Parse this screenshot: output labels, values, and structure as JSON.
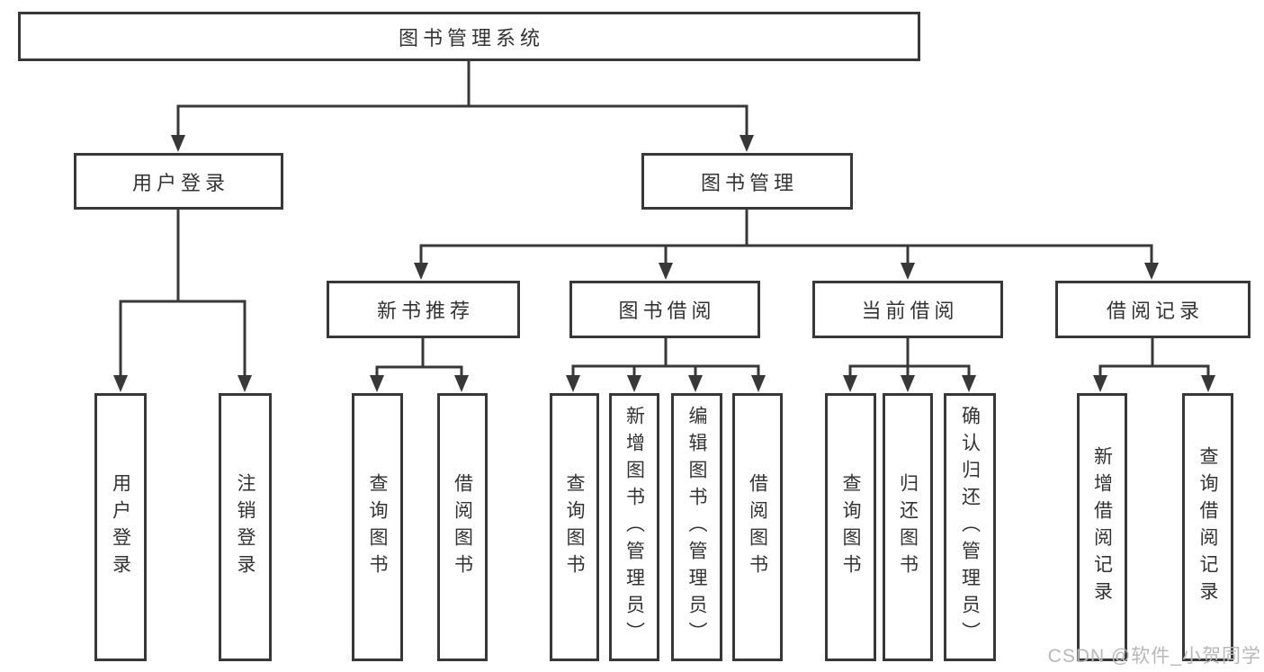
{
  "colors": {
    "line": "#383838",
    "box_border": "#383838",
    "box_background": "#ffffff",
    "text": "#333333",
    "watermark": "#b8b8b8"
  },
  "nodes": {
    "root": "图书管理系统",
    "user_login": "用户登录",
    "book_mgmt": "图书管理",
    "new_book_rec": "新书推荐",
    "book_borrow": "图书借阅",
    "current_borrow": "当前借阅",
    "borrow_records": "借阅记录",
    "leaf_user_login": "用户登录",
    "leaf_logout": "注销登录",
    "leaf_query_book_1": "查询图书",
    "leaf_borrow_book_1": "借阅图书",
    "leaf_query_book_2": "查询图书",
    "leaf_add_book": "新增图书（管理员）",
    "leaf_edit_book": "编辑图书（管理员）",
    "leaf_borrow_book_2": "借阅图书",
    "leaf_query_book_3": "查询图书",
    "leaf_return_book": "归还图书",
    "leaf_confirm_return": "确认归还（管理员）",
    "leaf_add_borrow_record": "新增借阅记录",
    "leaf_query_borrow_record": "查询借阅记录"
  },
  "tree": {
    "label": "图书管理系统",
    "children": [
      {
        "label": "用户登录",
        "children": [
          {
            "label": "用户登录"
          },
          {
            "label": "注销登录"
          }
        ]
      },
      {
        "label": "图书管理",
        "children": [
          {
            "label": "新书推荐",
            "children": [
              {
                "label": "查询图书"
              },
              {
                "label": "借阅图书"
              }
            ]
          },
          {
            "label": "图书借阅",
            "children": [
              {
                "label": "查询图书"
              },
              {
                "label": "新增图书（管理员）"
              },
              {
                "label": "编辑图书（管理员）"
              },
              {
                "label": "借阅图书"
              }
            ]
          },
          {
            "label": "当前借阅",
            "children": [
              {
                "label": "查询图书"
              },
              {
                "label": "归还图书"
              },
              {
                "label": "确认归还（管理员）"
              }
            ]
          },
          {
            "label": "借阅记录",
            "children": [
              {
                "label": "新增借阅记录"
              },
              {
                "label": "查询借阅记录"
              }
            ]
          }
        ]
      }
    ]
  },
  "watermark": {
    "text": "CSDN @软件_小贺同学"
  }
}
